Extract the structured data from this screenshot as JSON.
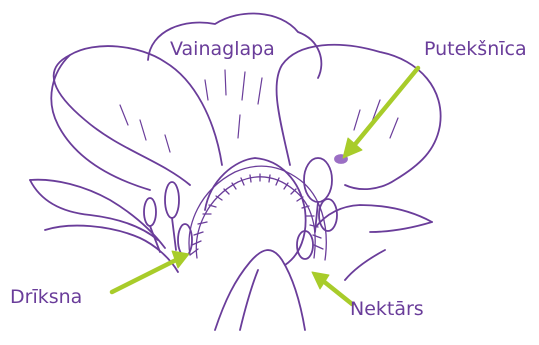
{
  "labels": {
    "corolla": "Vainaglapa",
    "anther": "Putekšnīca",
    "pistil": "Drīksna",
    "nectary": "Nektārs"
  },
  "colors": {
    "line": "#6a3d9a",
    "text": "#6a3d9a",
    "arrow": "#a8cc2a",
    "highlight": "#9b6fc4"
  }
}
